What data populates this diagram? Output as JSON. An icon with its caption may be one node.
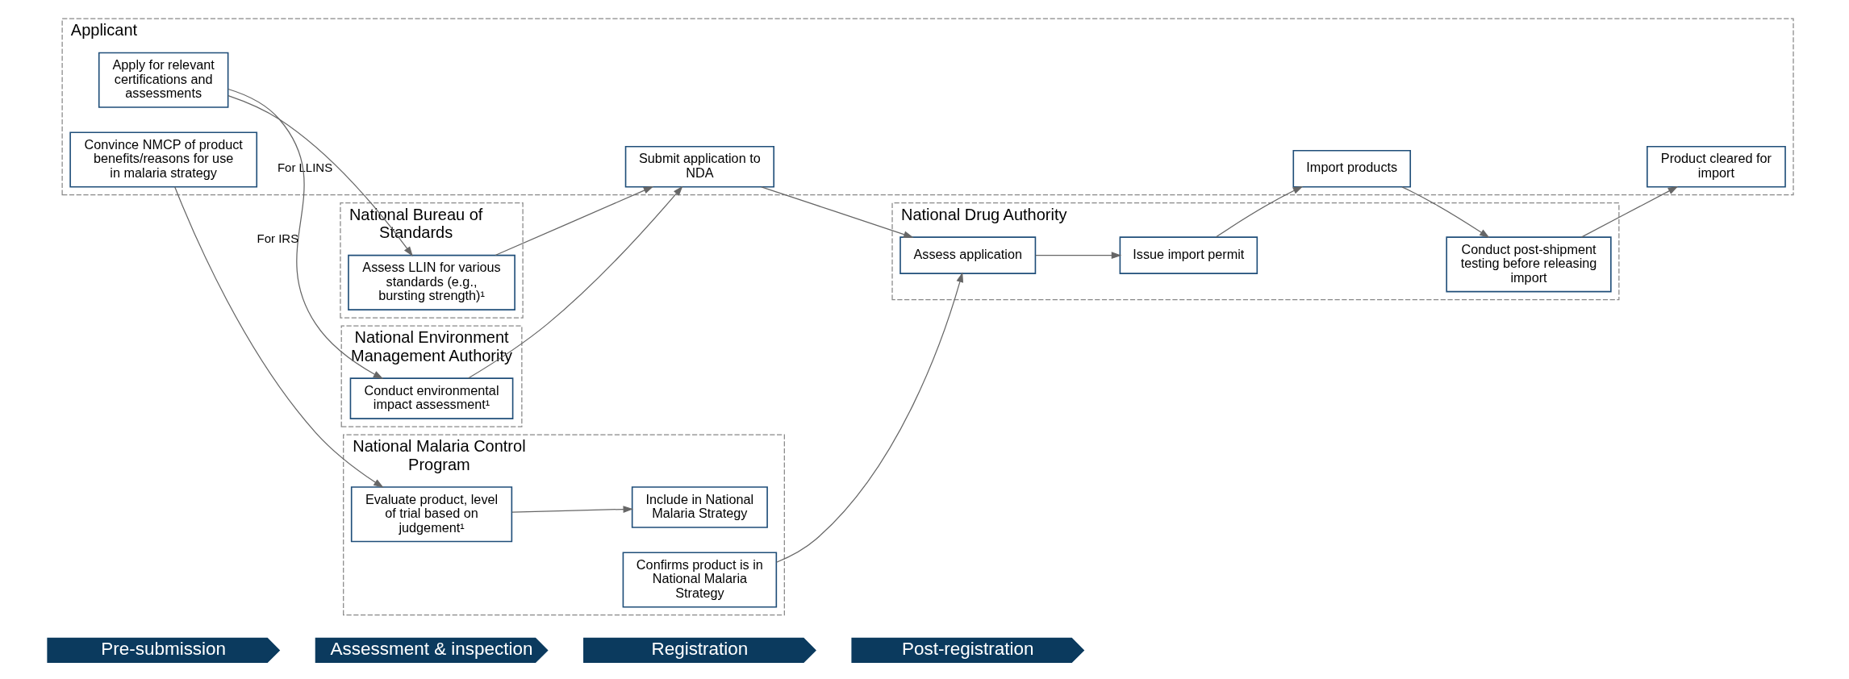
{
  "diagram": {
    "nodes": [
      {
        "text": [
          "Pre-submission"
        ]
      },
      {
        "text": [
          "Assessment & inspection"
        ]
      },
      {
        "text": [
          "Registration"
        ]
      },
      {
        "text": [
          "Post-registration"
        ]
      },
      {
        "text": [
          "Applicant"
        ]
      },
      {
        "text": [
          "National Drug Authority"
        ]
      },
      {
        "text": [
          "National Malaria Control Program"
        ]
      },
      {
        "text": [
          "National Bureau of Standards"
        ]
      },
      {
        "text": [
          "National Environment Management Authority"
        ]
      },
      {
        "text": [
          "Convince NMCP of product benefits/reasons for use in malaria strategy"
        ],
        "in": 4
      },
      {
        "text": [
          "Apply for relevant certifications and assessments"
        ],
        "in": 4
      },
      {
        "text": [
          "Submit application to NDA"
        ],
        "in": 4
      },
      {
        "text": [
          "Import products"
        ],
        "in": 4
      },
      {
        "text": [
          "Product cleared for import"
        ],
        "in": 4
      },
      {
        "text": [
          "Assess application"
        ],
        "in": 5
      },
      {
        "text": [
          "Issue import permit"
        ],
        "in": 5
      },
      {
        "text": [
          "Conduct post-shipment testing before releasing import"
        ],
        "in": 5
      },
      {
        "text": [
          "Evaluate product, level of trial based on judgement¹"
        ],
        "in": 6
      },
      {
        "text": [
          "Include in National Malaria Strategy"
        ],
        "in": 6
      },
      {
        "text": [
          "Confirms product is in National Malaria Strategy"
        ],
        "in": 6
      },
      {
        "text": [
          "Assess LLIN for various standards (e.g., bursting strength)¹"
        ],
        "in": 7
      },
      {
        "text": [
          "Conduct environmental impact assessment¹"
        ],
        "in": 8
      }
    ],
    "edges": [
      {
        "from": 9,
        "to": 17,
        "arrow": "to"
      },
      {
        "from": 17,
        "to": 18,
        "arrow": "to"
      },
      {
        "from": 10,
        "to": 20,
        "arrow": "to",
        "label": "For LLINS"
      },
      {
        "from": 10,
        "to": 21,
        "arrow": "to",
        "label": "For IRS"
      },
      {
        "from": 20,
        "to": 11,
        "arrow": "to"
      },
      {
        "from": 21,
        "to": 11,
        "arrow": "to"
      },
      {
        "from": 11,
        "to": 14,
        "arrow": "to"
      },
      {
        "from": 19,
        "to": 14,
        "arrow": "to"
      },
      {
        "from": 14,
        "to": 15,
        "arrow": "to"
      },
      {
        "from": 15,
        "to": 12,
        "arrow": "to"
      },
      {
        "from": 12,
        "to": 16,
        "arrow": "to"
      },
      {
        "from": 16,
        "to": 13,
        "arrow": "to"
      }
    ]
  }
}
